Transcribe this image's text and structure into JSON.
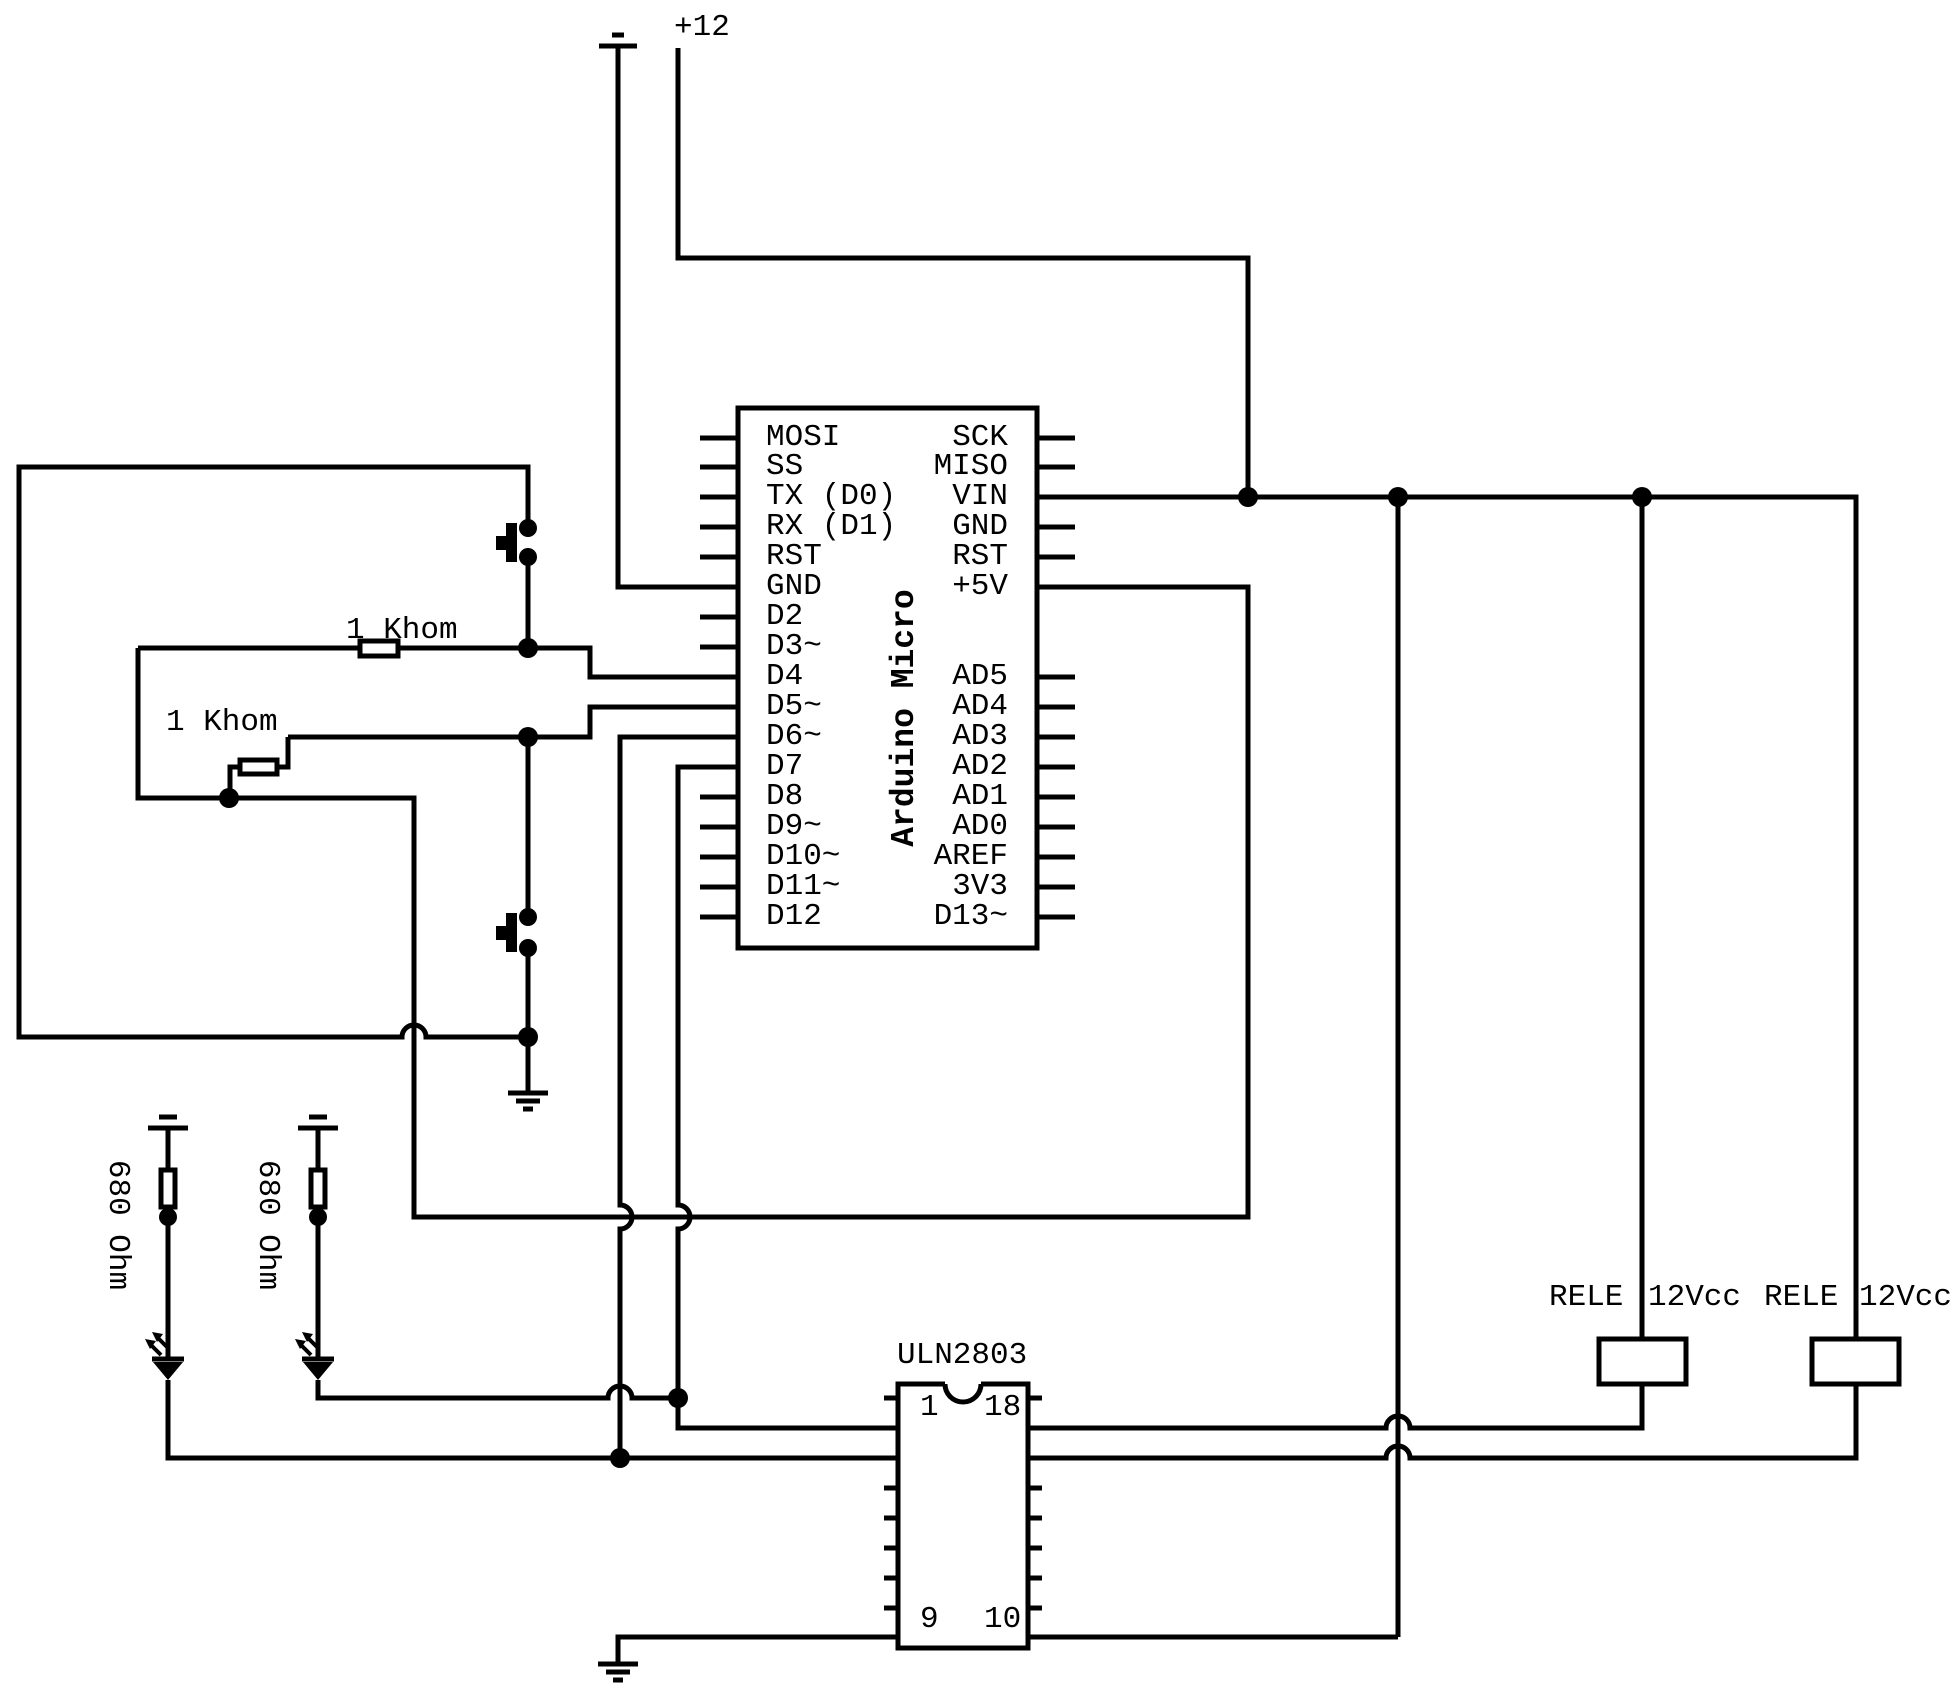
{
  "title": "Arduino Micro relay driver schematic",
  "colors": {
    "line": "#000000",
    "background": "#ffffff"
  },
  "power": {
    "supply_label": "+12"
  },
  "arduino": {
    "name": "Arduino Micro",
    "left_pins": [
      "MOSI",
      "SS",
      "TX (D0)",
      "RX (D1)",
      "RST",
      "GND",
      "D2",
      "D3~",
      "D4",
      "D5~",
      "D6~",
      "D7",
      "D8",
      "D9~",
      "D10~",
      "D11~",
      "D12"
    ],
    "right_pins": [
      "SCK",
      "MISO",
      "VIN",
      "GND",
      "RST",
      "+5V",
      "AD5",
      "AD4",
      "AD3",
      "AD2",
      "AD1",
      "AD0",
      "AREF",
      "3V3",
      "D13~"
    ]
  },
  "driver": {
    "name": "ULN2803",
    "pin_top_left": "1",
    "pin_top_right": "18",
    "pin_bottom_left": "9",
    "pin_bottom_right": "10"
  },
  "relays": [
    {
      "name": "RELE",
      "rating": "12Vcc"
    },
    {
      "name": "RELE",
      "rating": "12Vcc"
    }
  ],
  "resistors": {
    "pullup_1": "1 Khom",
    "pullup_2": "1 Khom",
    "led_1": "680 Ohm",
    "led_2": "680 Ohm"
  }
}
